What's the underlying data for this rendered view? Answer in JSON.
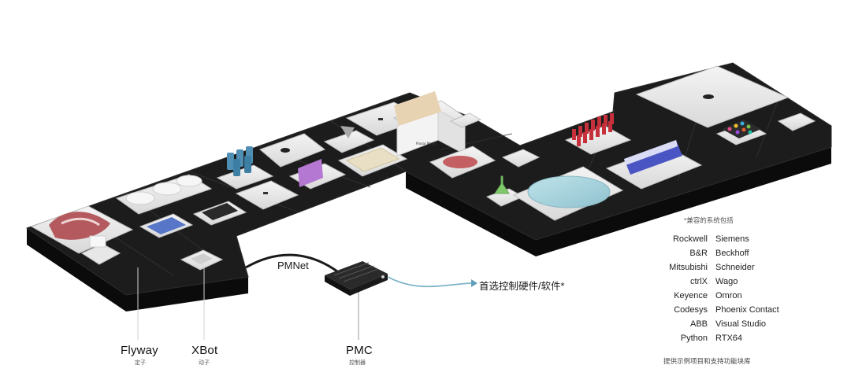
{
  "pmnet_label": "PMNet",
  "preferred_hardware_label": "首选控制硬件/软件*",
  "components": {
    "flyway": {
      "name": "Flyway",
      "subtitle": "定子"
    },
    "xbot": {
      "name": "XBot",
      "subtitle": "动子"
    },
    "pmc": {
      "name": "PMC",
      "subtitle": "控制器"
    }
  },
  "compat_title": "*兼容的系统包括",
  "compat_rows": [
    {
      "left": "Rockwell",
      "right": "Siemens"
    },
    {
      "left": "B&R",
      "right": "Beckhoff"
    },
    {
      "left": "Mitsubishi",
      "right": "Schneider"
    },
    {
      "left": "ctrlX",
      "right": "Wago"
    },
    {
      "left": "Keyence",
      "right": "Omron"
    },
    {
      "left": "Codesys",
      "right": "Phoenix Contact"
    },
    {
      "left": "ABB",
      "right": "Visual Studio"
    },
    {
      "left": "Python",
      "right": "RTX64"
    }
  ],
  "compat_footer": "提供示例项目和支持功能块库",
  "device_brand": "Planar Motor",
  "colors": {
    "platform_top": "#1c1c1c",
    "platform_side": "#0b0b0b",
    "mover": "#e9e9e9",
    "cable": "#7fb3c8",
    "arrow": "#5e9fb7"
  }
}
